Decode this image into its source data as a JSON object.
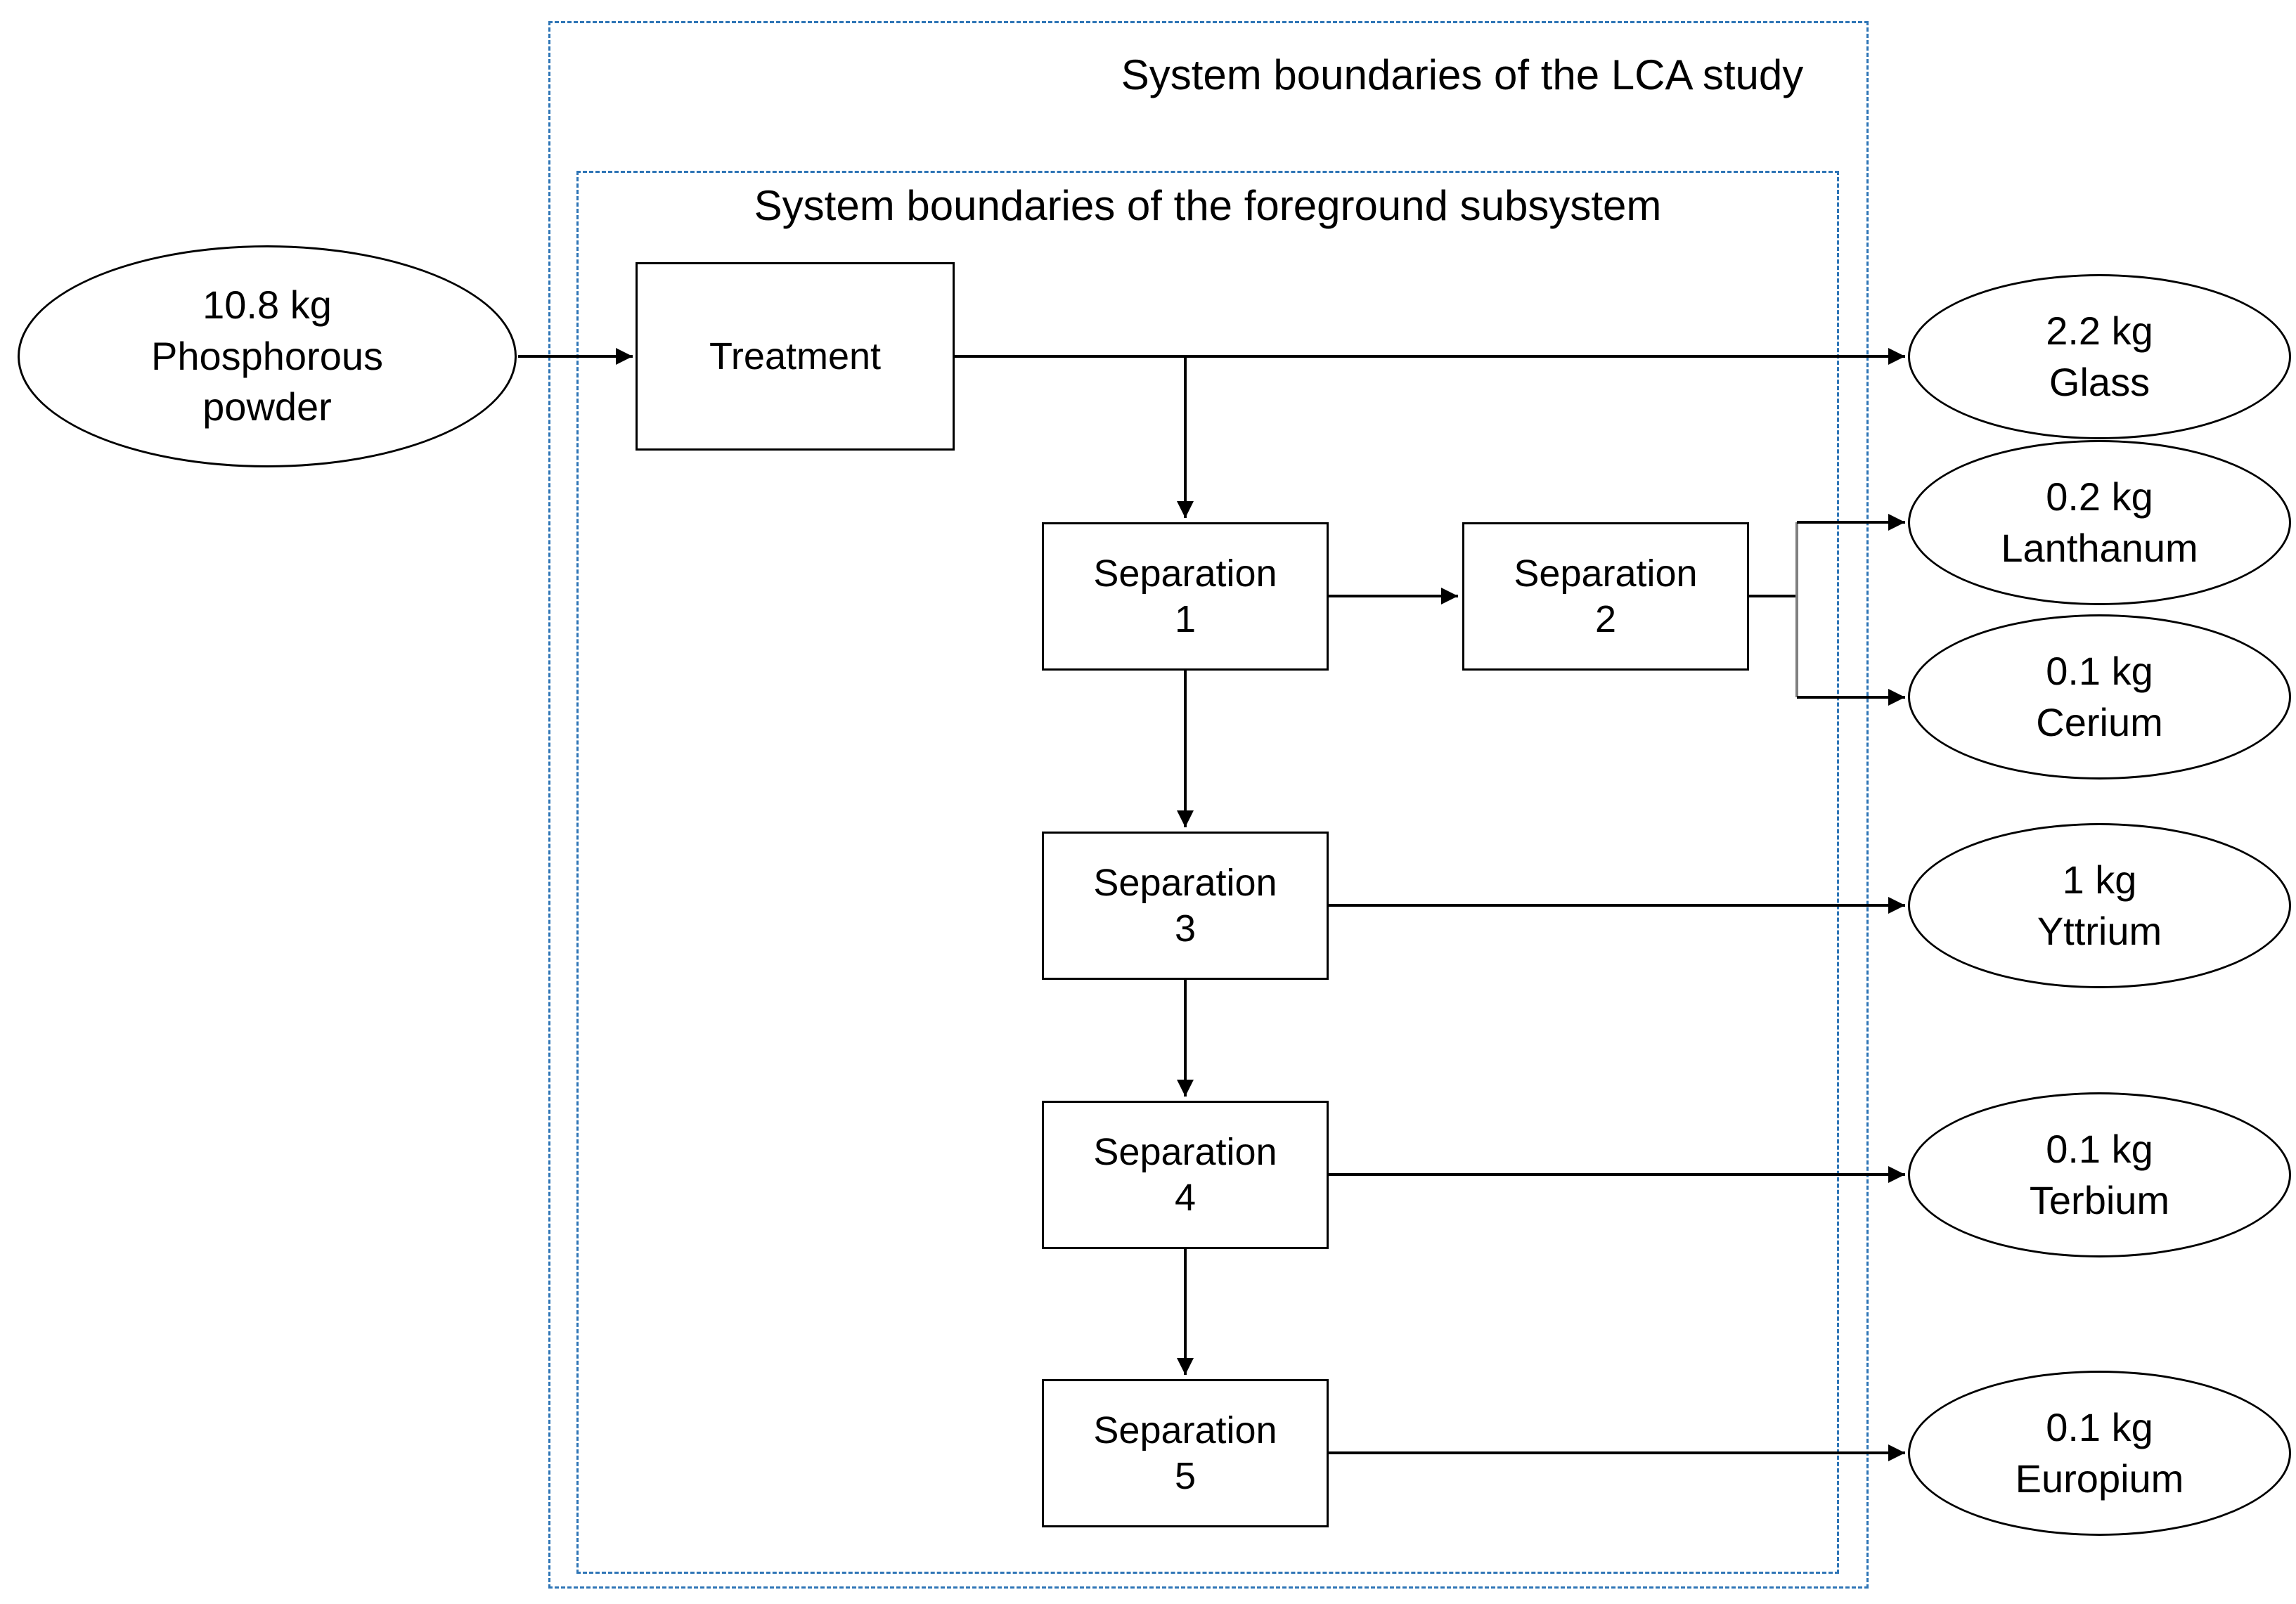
{
  "boundaries": {
    "outer_label": "System boundaries of the LCA study",
    "inner_label": "System boundaries of the foreground subsystem"
  },
  "input": {
    "phosphorous": {
      "line1": "10.8 kg",
      "line2": "Phosphorous",
      "line3": "powder"
    }
  },
  "processes": {
    "treatment": {
      "label": "Treatment"
    },
    "separation1": {
      "line1": "Separation",
      "line2": "1"
    },
    "separation2": {
      "line1": "Separation",
      "line2": "2"
    },
    "separation3": {
      "line1": "Separation",
      "line2": "3"
    },
    "separation4": {
      "line1": "Separation",
      "line2": "4"
    },
    "separation5": {
      "line1": "Separation",
      "line2": "5"
    }
  },
  "outputs": {
    "glass": {
      "line1": "2.2 kg",
      "line2": "Glass"
    },
    "lanthanum": {
      "line1": "0.2 kg",
      "line2": "Lanthanum"
    },
    "cerium": {
      "line1": "0.1 kg",
      "line2": "Cerium"
    },
    "yttrium": {
      "line1": "1 kg",
      "line2": "Yttrium"
    },
    "terbium": {
      "line1": "0.1 kg",
      "line2": "Terbium"
    },
    "europium": {
      "line1": "0.1 kg",
      "line2": "Europium"
    }
  },
  "colors": {
    "boundary": "#2e75b6",
    "line": "#000000",
    "bracket": "#808080",
    "background": "#ffffff",
    "text": "#000000"
  }
}
